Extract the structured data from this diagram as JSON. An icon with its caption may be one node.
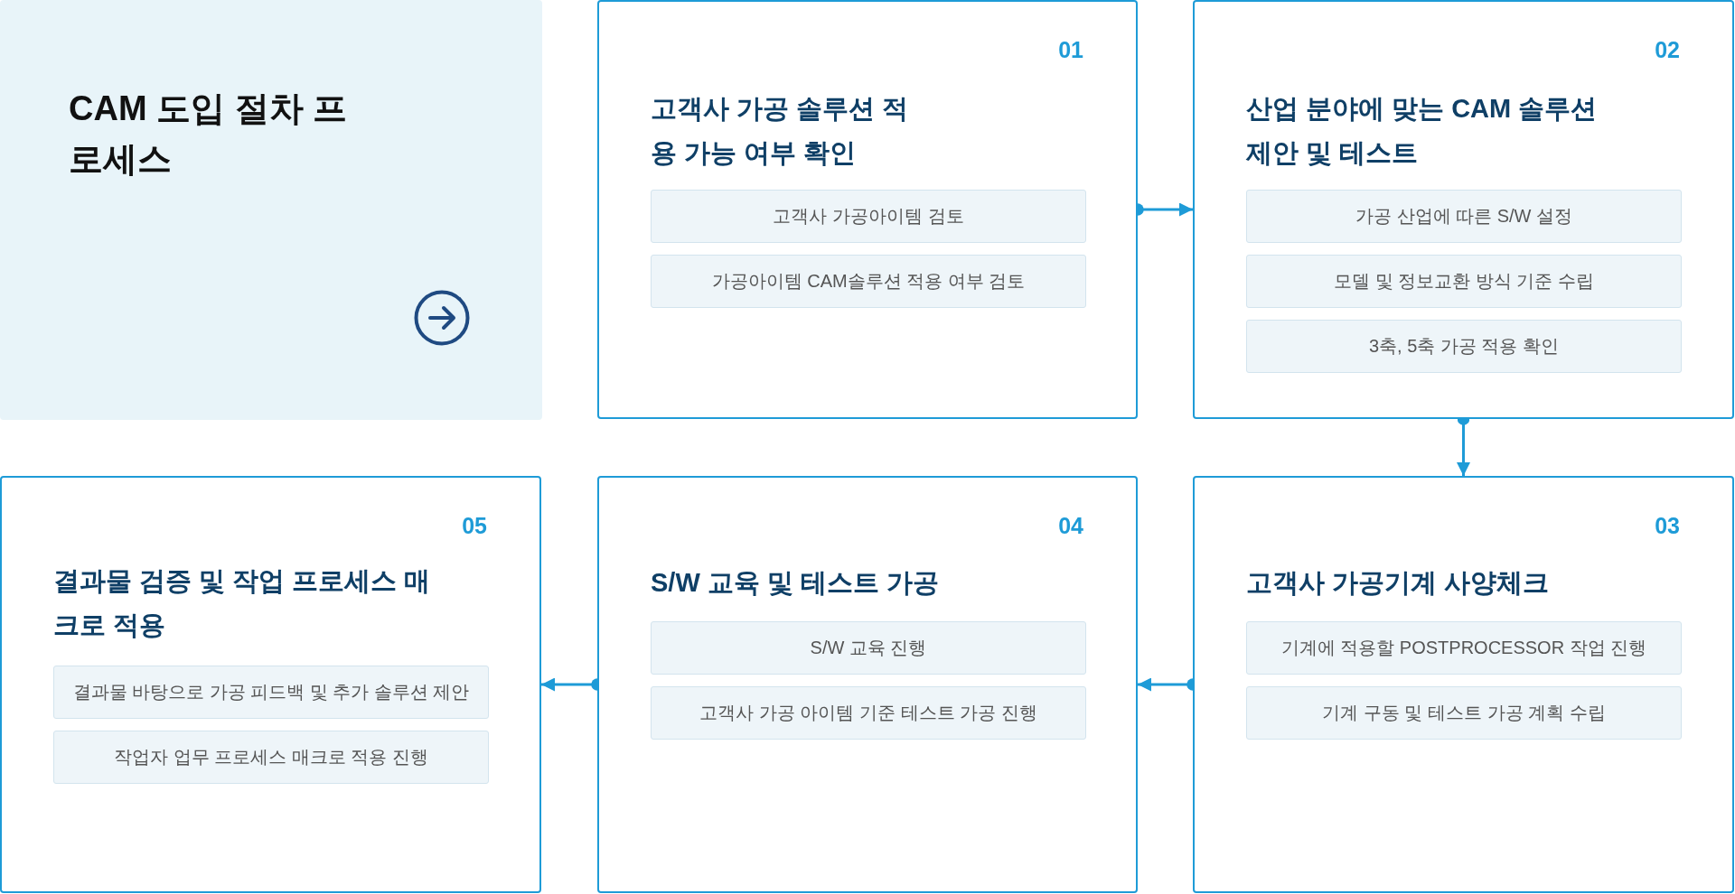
{
  "diagram": {
    "nodes": [
      {
        "text": [
          "CAM 도입 절차 프로세스"
        ]
      },
      {
        "text": [
          "01",
          "고객사 가공 솔루션 적용 가능 여부 확인"
        ]
      },
      {
        "text": [
          "고객사 가공아이템 검토"
        ],
        "in": 1
      },
      {
        "text": [
          "가공아이템 CAM솔루션 적용 여부 검토"
        ],
        "in": 1
      },
      {
        "text": [
          "02",
          "산업 분야에 맞는 CAM 솔루션 제안 및 테스트"
        ]
      },
      {
        "text": [
          "가공 산업에 따른 S/W 설정"
        ],
        "in": 4
      },
      {
        "text": [
          "모델 및 정보교환 방식 기준 수립"
        ],
        "in": 4
      },
      {
        "text": [
          "3축, 5축 가공 적용 확인"
        ],
        "in": 4
      },
      {
        "text": [
          "05",
          "결과물 검증 및 작업 프로세스 매크로 적용"
        ]
      },
      {
        "text": [
          "결과물 바탕으로 가공 피드백 및 추가 솔루션 제안"
        ],
        "in": 8
      },
      {
        "text": [
          "작업자 업무 프로세스 매크로 적용 진행"
        ],
        "in": 8
      },
      {
        "text": [
          "04",
          "S/W 교육 및 테스트 가공"
        ]
      },
      {
        "text": [
          "S/W 교육 진행"
        ],
        "in": 11
      },
      {
        "text": [
          "고객사 가공 아이템 기준 테스트 가공 진행"
        ],
        "in": 11
      },
      {
        "text": [
          "03",
          "고객사 가공기계 사양체크"
        ]
      },
      {
        "text": [
          "기계에 적용할 POSTPROCESSOR 작업 진행"
        ],
        "in": 14
      },
      {
        "text": [
          "기계 구동 및 테스트 가공 계획 수립"
        ],
        "in": 14
      }
    ],
    "edges": [
      {
        "from": 1,
        "to": 4,
        "arrow": "to"
      },
      {
        "from": 4,
        "to": 14,
        "arrow": "to"
      },
      {
        "from": 14,
        "to": 11,
        "arrow": "to"
      },
      {
        "from": 11,
        "to": 8,
        "arrow": "to"
      }
    ]
  }
}
